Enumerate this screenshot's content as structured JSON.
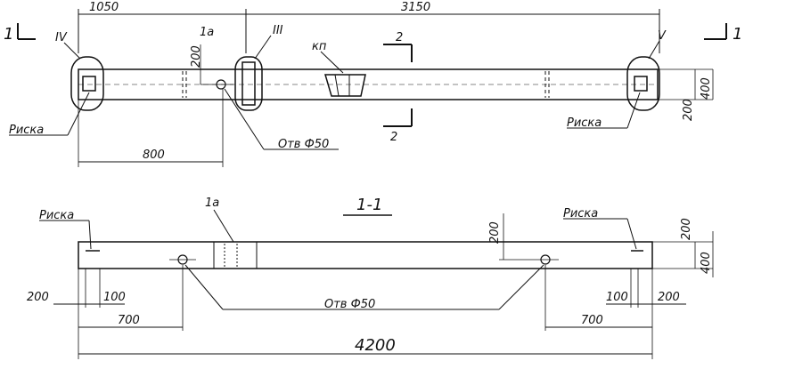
{
  "plan": {
    "dim_top_left": "1050",
    "dim_top_right": "3150",
    "dim_bottom_left": "800",
    "dim_hole_offset": "200",
    "dim_right_200": "200",
    "dim_right_400": "400",
    "section_mark_left": "1",
    "section_mark_right": "1",
    "section_arrow_top": "2",
    "section_arrow_bottom": "2",
    "callout_iv": "IV",
    "callout_iii": "III",
    "callout_v": "V",
    "callout_1a": "1a",
    "label_kp": "кп",
    "label_ris_left": "Риска",
    "label_ris_right": "Риска",
    "label_hole": "Отв Ф50"
  },
  "section": {
    "title": "1-1",
    "label_ris_left": "Риска",
    "label_ris_right": "Риска",
    "label_1a": "1a",
    "dim_left_200": "200",
    "dim_left_100": "100",
    "dim_left_700": "700",
    "dim_right_100": "100",
    "dim_right_200": "200",
    "dim_right_700": "700",
    "dim_total": "4200",
    "dim_hole_vert": "200",
    "dim_side_200": "200",
    "dim_side_400": "400",
    "label_hole": "Отв Ф50"
  }
}
